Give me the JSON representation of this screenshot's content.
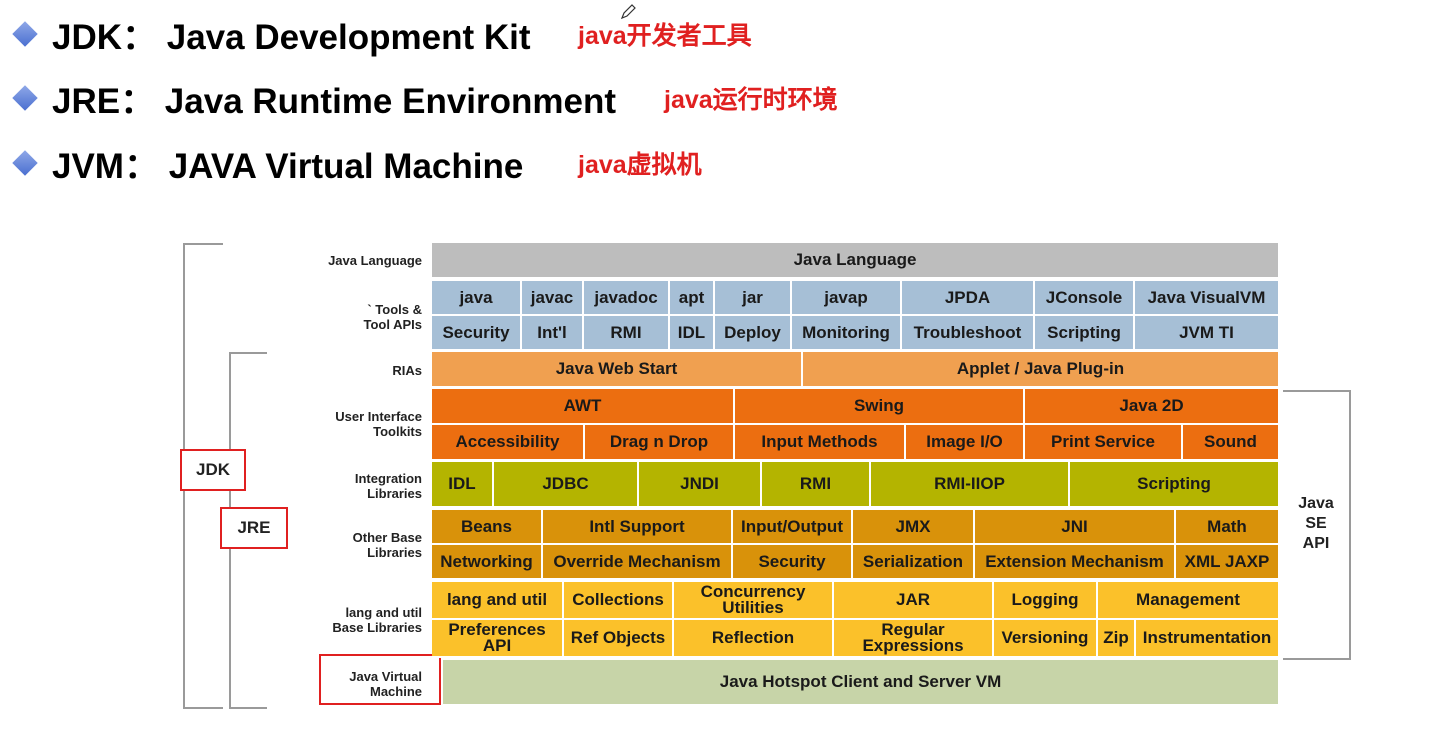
{
  "headings": [
    {
      "term": "JDK： Java Development Kit",
      "cn": "java开发者工具"
    },
    {
      "term": "JRE： Java Runtime Environment",
      "cn": "java运行时环境"
    },
    {
      "term": "JVM： JAVA Virtual Machine",
      "cn": "java虚拟机"
    }
  ],
  "diagram": {
    "row_labels": {
      "java_language": "Java Language",
      "tools": "` Tools &\nTool APIs",
      "rias": "RIAs",
      "ui_toolkits": "User Interface\nToolkits",
      "integration": "Integration\nLibraries",
      "other_base": "Other Base\nLibraries",
      "lang_util": "lang and util\nBase Libraries",
      "jvm": "Java Virtual\nMachine"
    },
    "boxes": {
      "jdk": "JDK",
      "jre": "JRE",
      "java_se_api": "Java\nSE\nAPI"
    },
    "cells": {
      "java_language": "Java Language",
      "tools_row1": [
        "java",
        "javac",
        "javadoc",
        "apt",
        "jar",
        "javap",
        "JPDA",
        "JConsole",
        "Java VisualVM"
      ],
      "tools_row2": [
        "Security",
        "Int'l",
        "RMI",
        "IDL",
        "Deploy",
        "Monitoring",
        "Troubleshoot",
        "Scripting",
        "JVM TI"
      ],
      "rias": [
        "Java Web Start",
        "Applet / Java Plug-in"
      ],
      "ui_row1": [
        "AWT",
        "Swing",
        "Java 2D"
      ],
      "ui_row2": [
        "Accessibility",
        "Drag n Drop",
        "Input Methods",
        "Image I/O",
        "Print Service",
        "Sound"
      ],
      "integration": [
        "IDL",
        "JDBC",
        "JNDI",
        "RMI",
        "RMI-IIOP",
        "Scripting"
      ],
      "other_row1": [
        "Beans",
        "Intl Support",
        "Input/Output",
        "JMX",
        "JNI",
        "Math"
      ],
      "other_row2": [
        "Networking",
        "Override Mechanism",
        "Security",
        "Serialization",
        "Extension Mechanism",
        "XML JAXP"
      ],
      "lang_row1": [
        "lang and util",
        "Collections",
        "Concurrency\nUtilities",
        "JAR",
        "Logging",
        "Management"
      ],
      "lang_row2": [
        "Preferences\nAPI",
        "Ref Objects",
        "Reflection",
        "Regular\nExpressions",
        "Versioning",
        "Zip",
        "Instrumentation"
      ],
      "jvm": "Java Hotspot Client and Server VM"
    }
  },
  "colors": {
    "bullet": "#4a6fd0",
    "cn_text": "#e02020",
    "java_language": "#bdbdbd",
    "tools": "#a6bfd6",
    "rias": "#f0a050",
    "ui_toolkits": "#ec6e10",
    "integration": "#b4b400",
    "other_base": "#d9920a",
    "lang_util": "#fbc12a",
    "jvm": "#c7d4a8",
    "highlight_box": "#e02020"
  }
}
